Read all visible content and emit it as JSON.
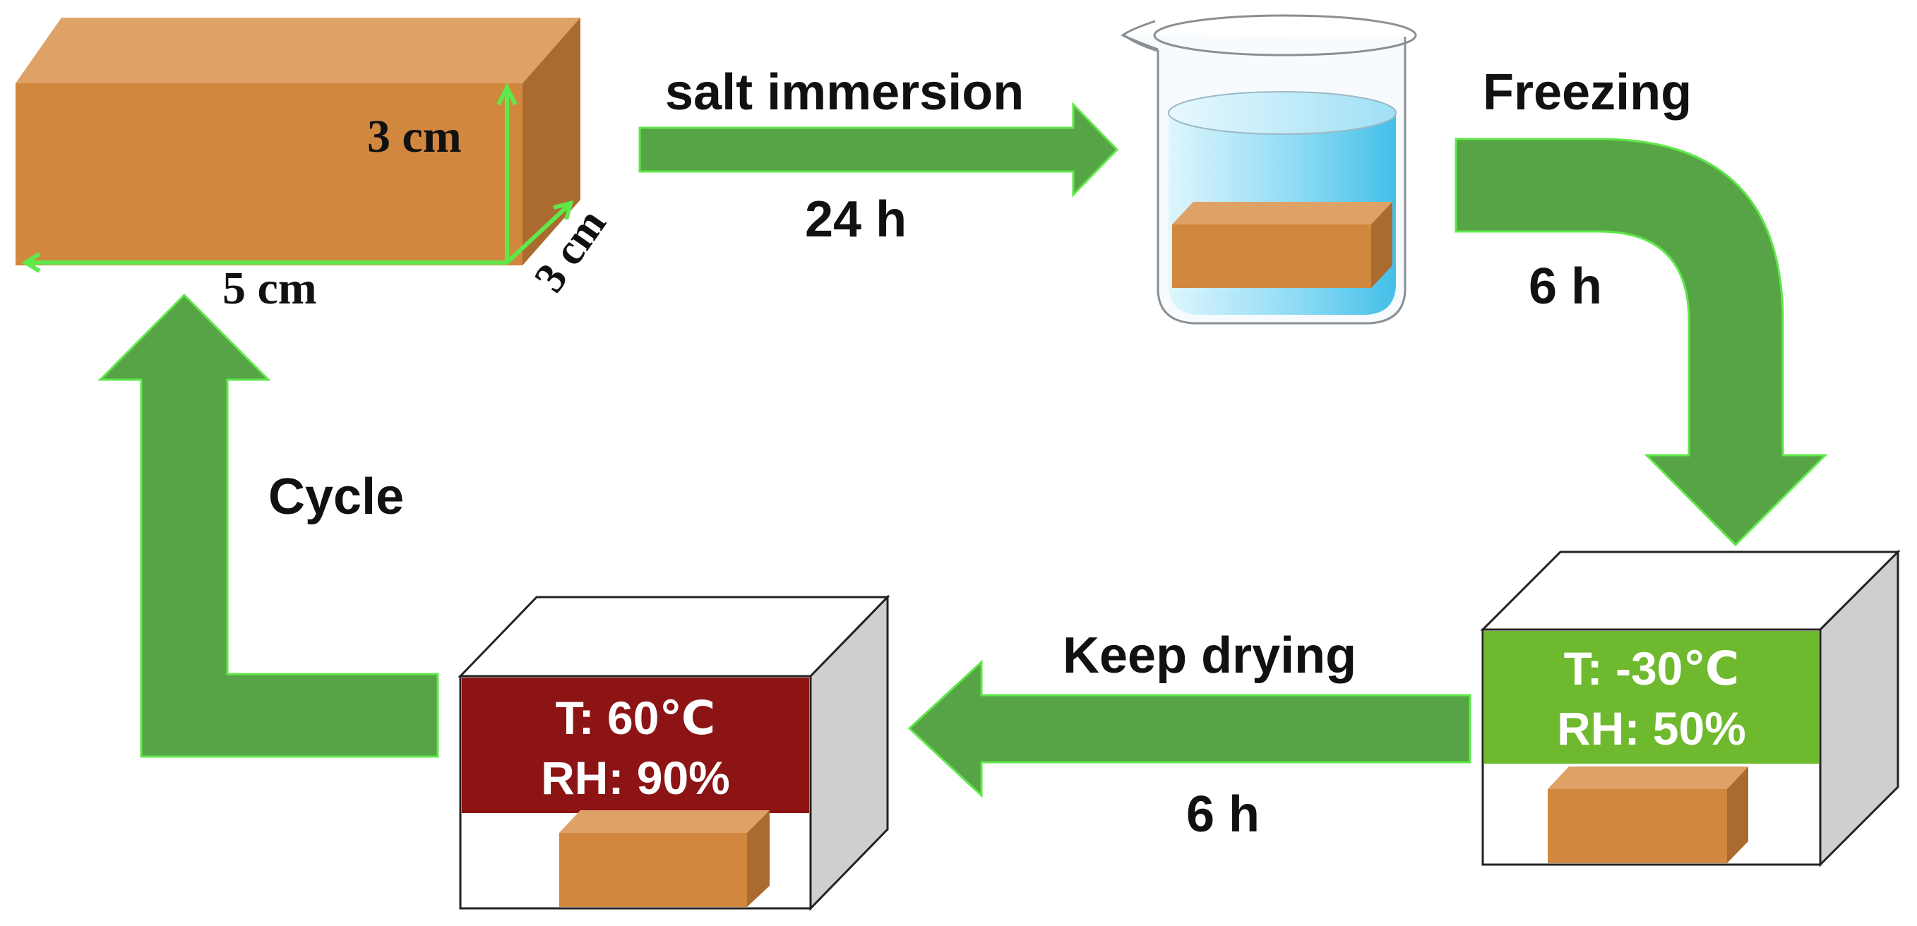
{
  "specimen": {
    "height_label": "3 cm",
    "depth_label": "3 cm",
    "width_label": "5 cm"
  },
  "steps": {
    "immersion": {
      "label": "salt immersion",
      "duration": "24 h"
    },
    "freezing": {
      "label": "Freezing",
      "duration": "6 h"
    },
    "drying": {
      "label": "Keep drying",
      "duration": "6 h"
    },
    "cycle": {
      "label": "Cycle"
    }
  },
  "chambers": {
    "cold": {
      "temperature": "T: -30℃",
      "humidity": "RH: 50%"
    },
    "hot": {
      "temperature": "T: 60℃",
      "humidity": "RH: 90%"
    }
  },
  "colors": {
    "arrow_fill": "#57a447",
    "arrow_edge": "#5fe84a",
    "block_front": "#d2873f",
    "block_top": "#dfa266",
    "block_side": "#ab6a2f",
    "cold_panel": "#6eb92e",
    "hot_panel": "#8c1414",
    "water": "#4fc6ea"
  }
}
